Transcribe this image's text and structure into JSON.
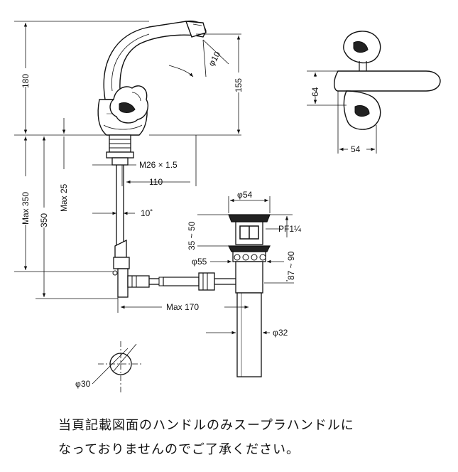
{
  "dimensions": {
    "height_total": "180",
    "spout_height": "155",
    "spout_angle": "10",
    "handle_height": "64",
    "handle_width": "54",
    "thread": "M26 × 1.5",
    "spout_reach": "110",
    "max_350": "Max 350",
    "max_25": "Max 25",
    "length_350": "350",
    "angle_10": "10˚",
    "drain_dia_54": "54",
    "drain_35_50": "35 ~ 50",
    "drain_pf": "PF1¼",
    "drain_87_90": "87 ~ 90",
    "drain_dia_55": "55",
    "max_170": "Max 170",
    "pipe_dia_32": "32",
    "hole_dia_30": "30"
  },
  "symbols": {
    "diameter": "φ"
  },
  "note": {
    "line1": "当頁記載図面のハンドルのみスープラハンドルに",
    "line2": "なっておりませんのでご了承ください。"
  }
}
